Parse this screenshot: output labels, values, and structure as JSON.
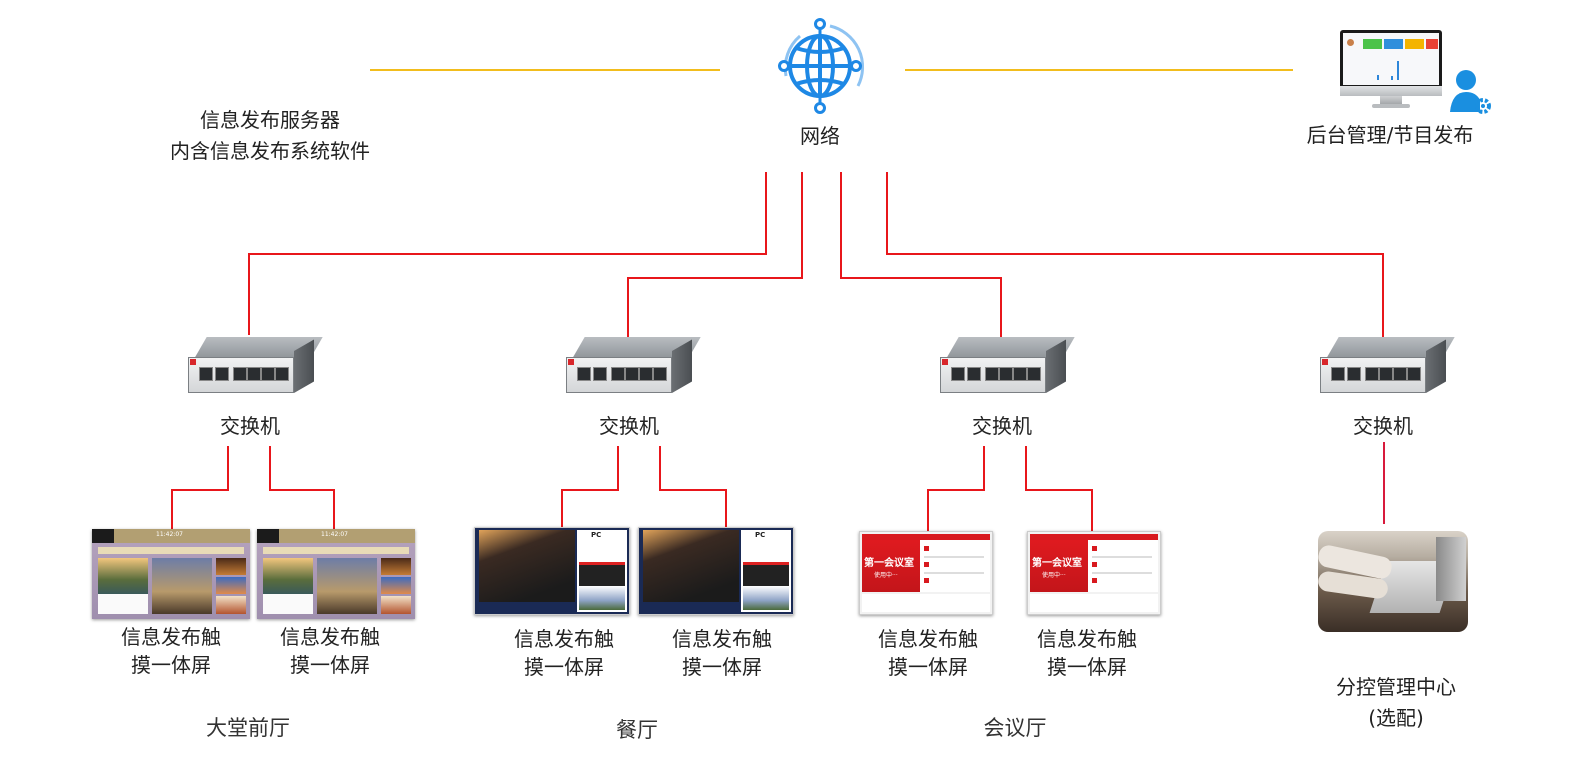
{
  "title": "信息发布系统网络拓扑图",
  "colors": {
    "wire": "#e8161b",
    "uplink": "#f2bd1d",
    "globe": "#1e88e5",
    "user_icon": "#1a8fe0"
  },
  "server": {
    "line1": "信息发布服务器",
    "line2": "内含信息发布系统软件"
  },
  "network": {
    "icon": "globe-icon",
    "label": "网络"
  },
  "admin": {
    "icon": "monitor-icon",
    "user_icon": "user-gear-icon",
    "label": "后台管理/节目发布"
  },
  "switches": [
    {
      "label": "交换机"
    },
    {
      "label": "交换机"
    },
    {
      "label": "交换机"
    },
    {
      "label": "交换机"
    }
  ],
  "terminals": {
    "line1": "信息发布触",
    "line2": "摸一体屏"
  },
  "screens": {
    "lobby_time": "11:42:07",
    "dining_logo": "PC",
    "meeting_room": "第一会议室",
    "meeting_status": "使用中···"
  },
  "zones": [
    {
      "name": "大堂前厅"
    },
    {
      "name": "餐厅"
    },
    {
      "name": "会议厅"
    }
  ],
  "control_center": {
    "line1": "分控管理中心",
    "line2": "(选配)"
  }
}
